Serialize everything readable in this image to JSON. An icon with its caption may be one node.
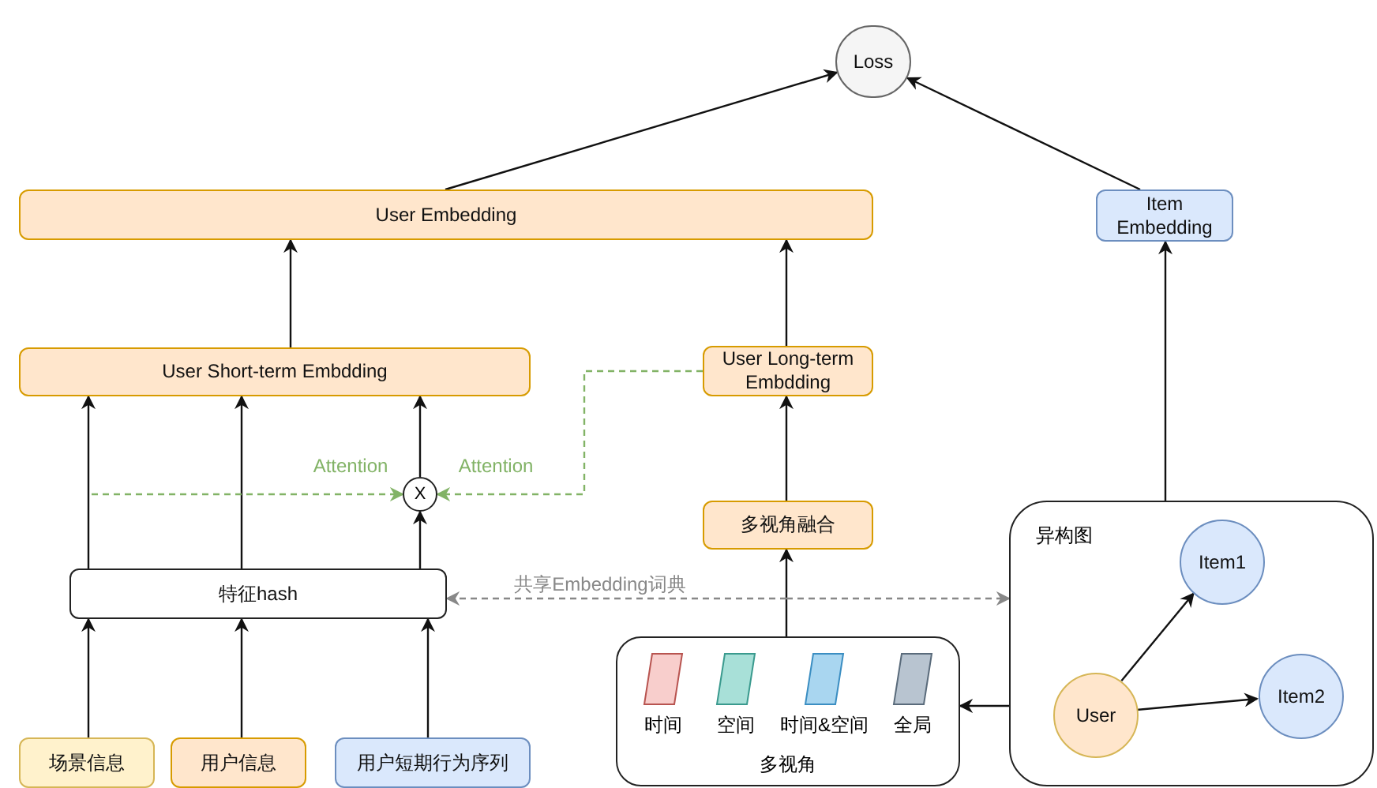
{
  "diagram": {
    "nodes": [
      {
        "text": [
          "Loss"
        ]
      },
      {
        "text": [
          "User Embedding"
        ]
      },
      {
        "text": [
          "Item Embedding"
        ]
      },
      {
        "text": [
          "User Short-term Embdding"
        ]
      },
      {
        "text": [
          "User Long-term Embdding"
        ]
      },
      {
        "text": [
          "X"
        ]
      },
      {
        "text": [
          "多视角融合"
        ]
      },
      {
        "text": [
          "特征hash"
        ]
      },
      {
        "text": [
          "场景信息"
        ]
      },
      {
        "text": [
          "用户信息"
        ]
      },
      {
        "text": [
          "用户短期行为序列"
        ]
      },
      {
        "text": [
          "多视角"
        ]
      },
      {
        "text": [
          "时间"
        ],
        "in": 11
      },
      {
        "text": [
          "空间"
        ],
        "in": 11
      },
      {
        "text": [
          "时间&空间"
        ],
        "in": 11
      },
      {
        "text": [
          "全局"
        ],
        "in": 11
      },
      {
        "text": [
          "异构图"
        ]
      },
      {
        "text": [
          "Item1"
        ],
        "in": 16
      },
      {
        "text": [
          "Item2"
        ],
        "in": 16
      },
      {
        "text": [
          "User"
        ],
        "in": 16
      }
    ],
    "edges": [
      {
        "from": 1,
        "to": 0,
        "arrow": "to"
      },
      {
        "from": 2,
        "to": 0,
        "arrow": "to"
      },
      {
        "from": 3,
        "to": 1,
        "arrow": "to"
      },
      {
        "from": 4,
        "to": 1,
        "arrow": "to"
      },
      {
        "from": 6,
        "to": 4,
        "arrow": "to"
      },
      {
        "from": 11,
        "to": 6,
        "arrow": "to"
      },
      {
        "from": 7,
        "to": 3,
        "arrow": "to"
      },
      {
        "from": 7,
        "to": 3,
        "arrow": "to"
      },
      {
        "from": 7,
        "to": 5,
        "arrow": "to"
      },
      {
        "from": 5,
        "to": 3,
        "arrow": "to"
      },
      {
        "from": 8,
        "to": 7,
        "arrow": "to"
      },
      {
        "from": 9,
        "to": 7,
        "arrow": "to"
      },
      {
        "from": 10,
        "to": 7,
        "arrow": "to"
      },
      {
        "from": null,
        "to": 5,
        "arrow": "to",
        "label": "Attention",
        "style": "dashed",
        "color": "#82b366"
      },
      {
        "from": 4,
        "to": 5,
        "arrow": "to",
        "label": "Attention",
        "style": "dashed",
        "color": "#82b366"
      },
      {
        "from": null,
        "to": 7,
        "arrow": "to",
        "label": "共享Embedding词典",
        "style": "dashed",
        "color": "#888888"
      },
      {
        "from": null,
        "to": 16,
        "arrow": "to",
        "style": "dashed",
        "color": "#888888"
      },
      {
        "from": 16,
        "to": 2,
        "arrow": "to"
      },
      {
        "from": 16,
        "to": 11,
        "arrow": "to"
      },
      {
        "from": 19,
        "to": 17,
        "arrow": "to"
      },
      {
        "from": 19,
        "to": 18,
        "arrow": "to"
      }
    ]
  }
}
